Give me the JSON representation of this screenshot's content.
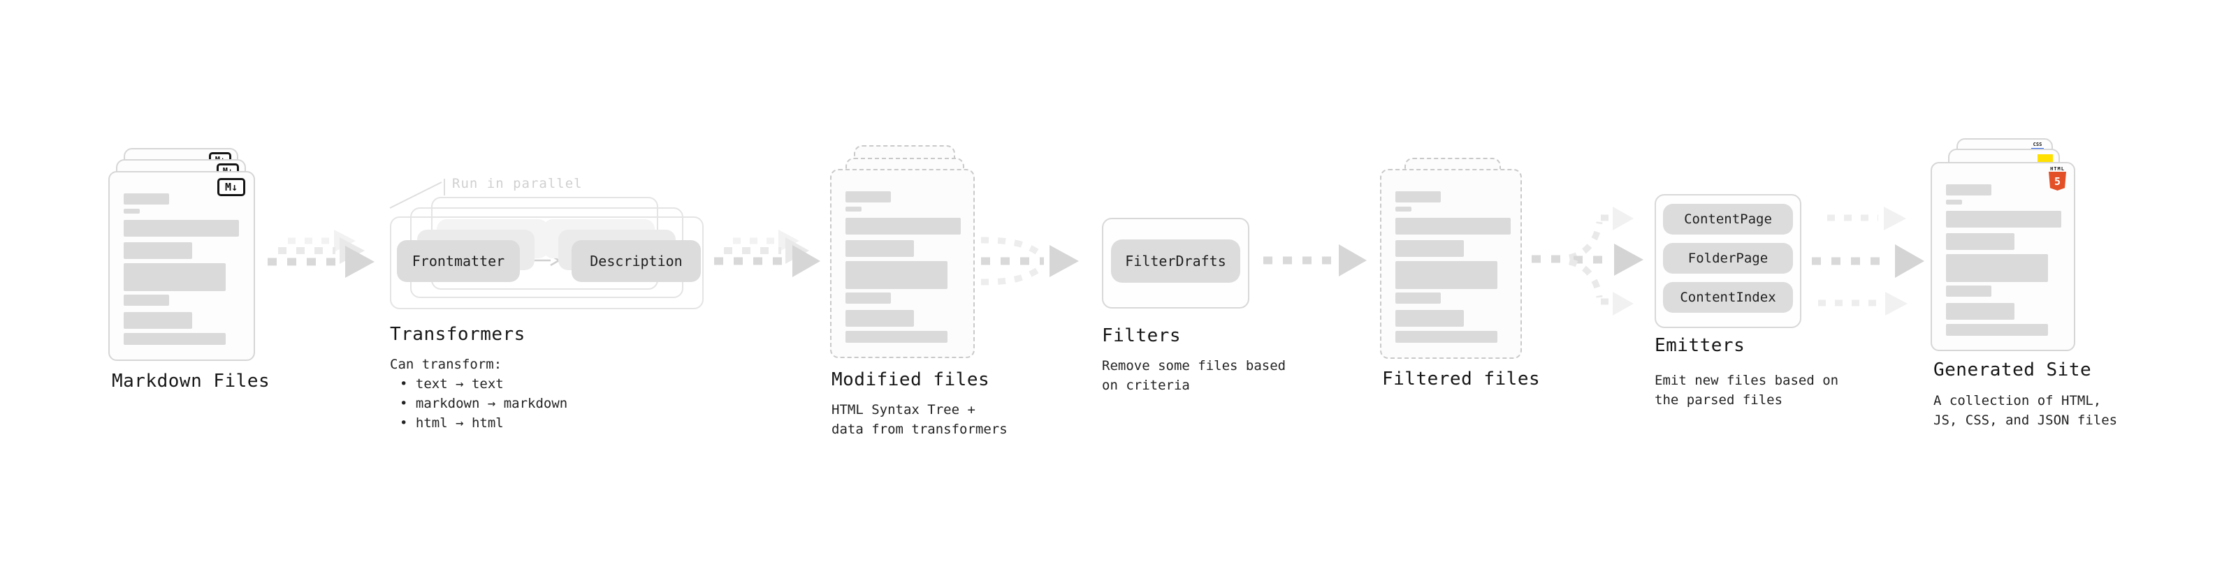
{
  "sections": {
    "markdown_files": {
      "label": "Markdown Files",
      "badge": "M↓"
    },
    "transformers": {
      "label": "Transformers",
      "annotation": "Run in parallel",
      "pill_frontmatter": "Frontmatter",
      "pill_description": "Description",
      "desc_title": "Can transform:",
      "desc_items": [
        "• text → text",
        "• markdown → markdown",
        "• html → html"
      ]
    },
    "modified_files": {
      "label": "Modified files",
      "desc_lines": [
        "HTML Syntax Tree +",
        "data from transformers"
      ]
    },
    "filters": {
      "label": "Filters",
      "pill": "FilterDrafts",
      "desc_lines": [
        "Remove some files based",
        "on criteria"
      ]
    },
    "filtered_files": {
      "label": "Filtered files"
    },
    "emitters": {
      "label": "Emitters",
      "pills": [
        "ContentPage",
        "FolderPage",
        "ContentIndex"
      ],
      "desc_lines": [
        "Emit new files based on",
        "the parsed files"
      ]
    },
    "generated_site": {
      "label": "Generated Site",
      "desc_lines": [
        "A collection of HTML,",
        "JS, CSS, and JSON files"
      ],
      "badge_html_label": "HTML",
      "badge_html_number": "5",
      "badge_css_label": "CSS"
    }
  },
  "colors": {
    "html5_orange": "#e34f26",
    "js_yellow": "#ffe000",
    "css_blue": "#2760e6",
    "card_border": "#d6d6d6",
    "dashed_border": "#c9c9c9",
    "placeholder_gray": "#dadada",
    "arrow_gray": "#d8d8d8",
    "text_dark": "#1c1c1c",
    "annotation_gray": "#d0d0d0"
  }
}
